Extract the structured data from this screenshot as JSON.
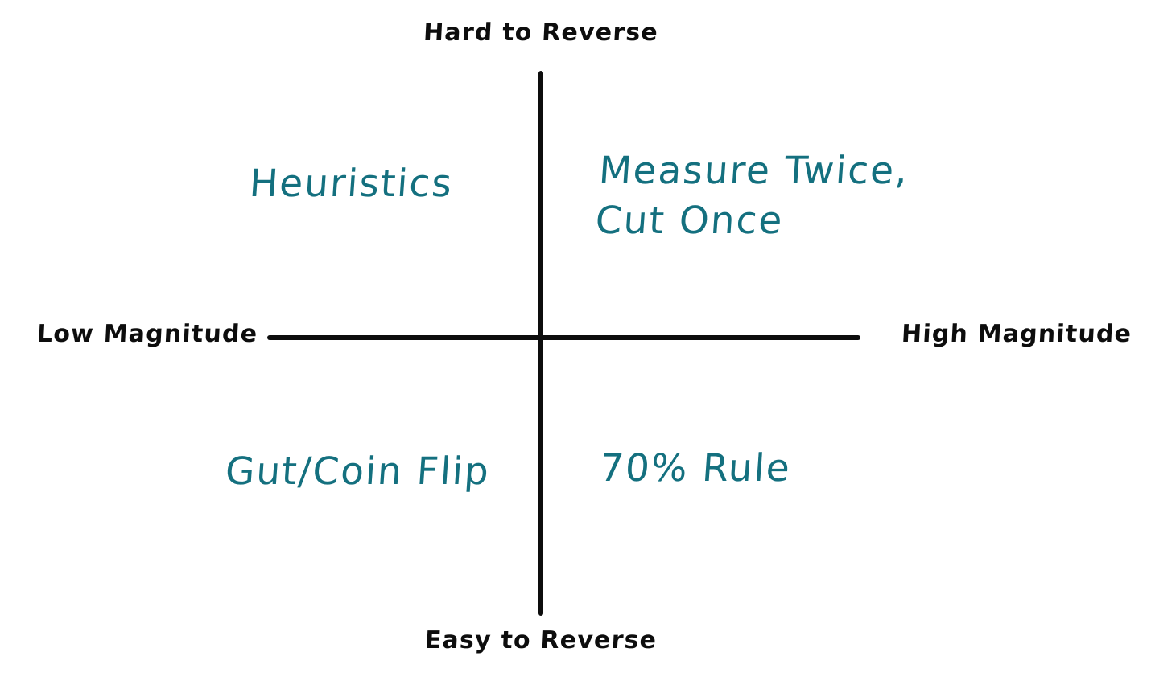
{
  "diagram": {
    "type": "2x2-matrix",
    "background_color": "#ffffff",
    "axis_color": "#0d0d0d",
    "quadrant_label_color": "#14707f",
    "axes": {
      "vertical": {
        "top_label": "Hard to Reverse",
        "bottom_label": "Easy to Reverse"
      },
      "horizontal": {
        "left_label": "Low Magnitude",
        "right_label": "High Magnitude"
      }
    },
    "quadrants": {
      "top_left": "Heuristics",
      "top_right": "Measure Twice,\nCut Once",
      "bottom_left": "Gut/Coin Flip",
      "bottom_right": "70% Rule"
    }
  }
}
